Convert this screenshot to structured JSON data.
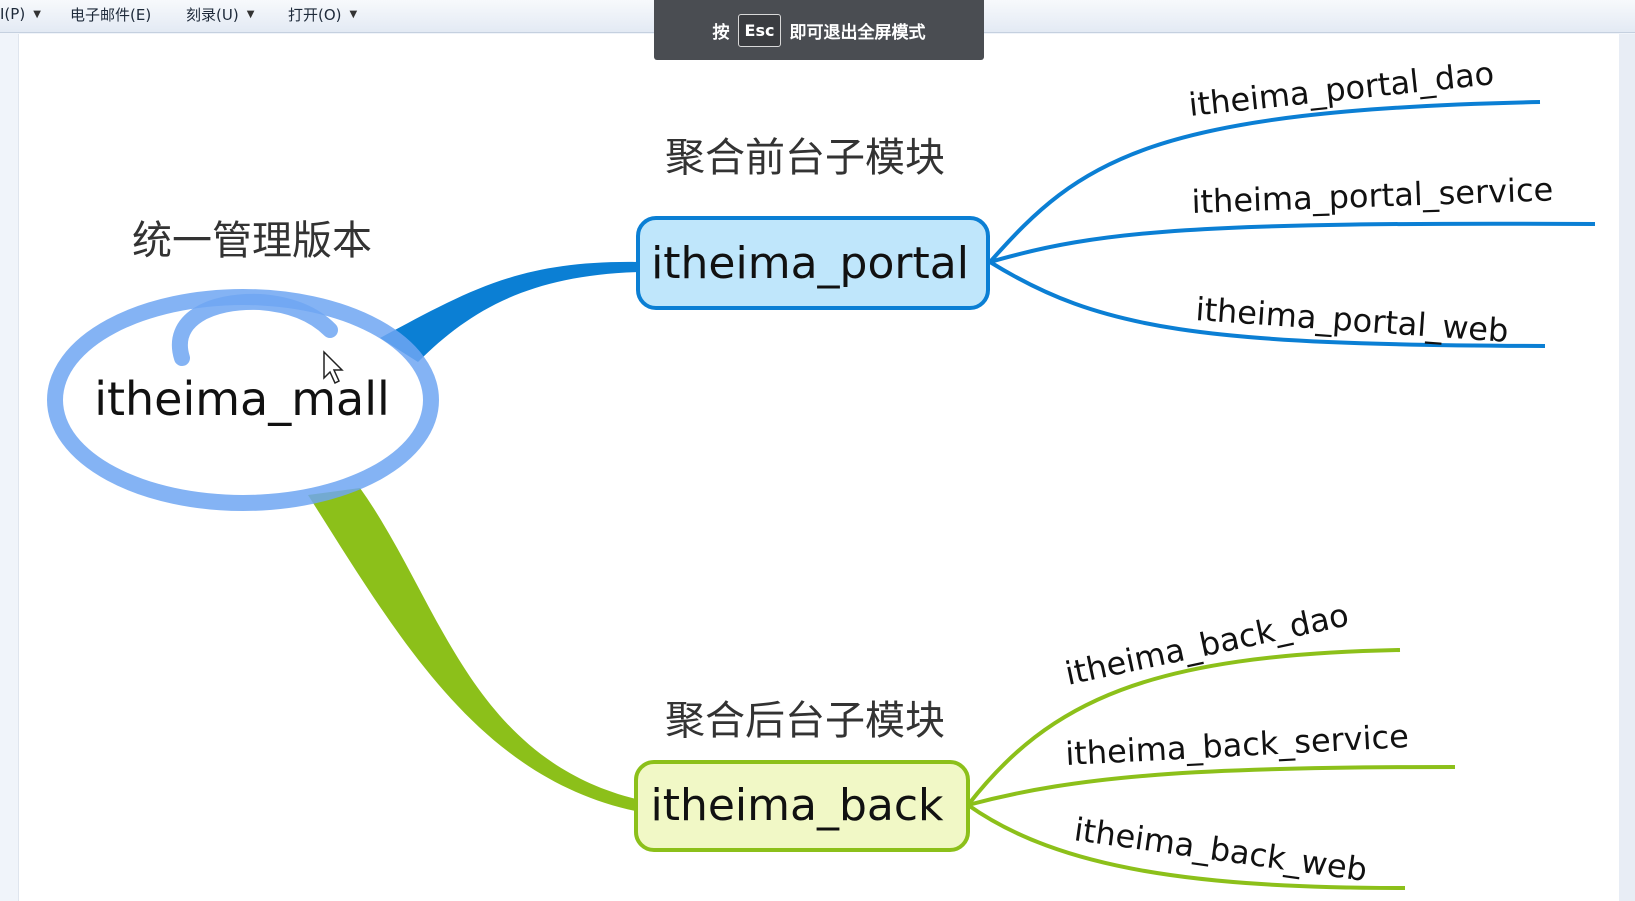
{
  "toolbar": {
    "items": [
      {
        "label": "I(P)"
      },
      {
        "label": "电子邮件(E)"
      },
      {
        "label": "刻录(U)"
      },
      {
        "label": "打开(O)"
      }
    ]
  },
  "fullscreen_notice": {
    "prefix": "按",
    "key": "Esc",
    "suffix": "即可退出全屏模式"
  },
  "mindmap": {
    "root": {
      "label": "itheima_mall",
      "annotation": "统一管理版本"
    },
    "branches": [
      {
        "label": "itheima_portal",
        "annotation": "聚合前台子模块",
        "color": "#0b7fd4",
        "fill": "#bfe6fb",
        "children": [
          "itheima_portal_dao",
          "itheima_portal_service",
          "itheima_portal_web"
        ]
      },
      {
        "label": "itheima_back",
        "annotation": "聚合后台子模块",
        "color": "#8cc01a",
        "fill": "#f1f8c6",
        "children": [
          "itheima_back_dao",
          "itheima_back_service",
          "itheima_back_web"
        ]
      }
    ],
    "root_ring_color": "#6ea6f2"
  }
}
